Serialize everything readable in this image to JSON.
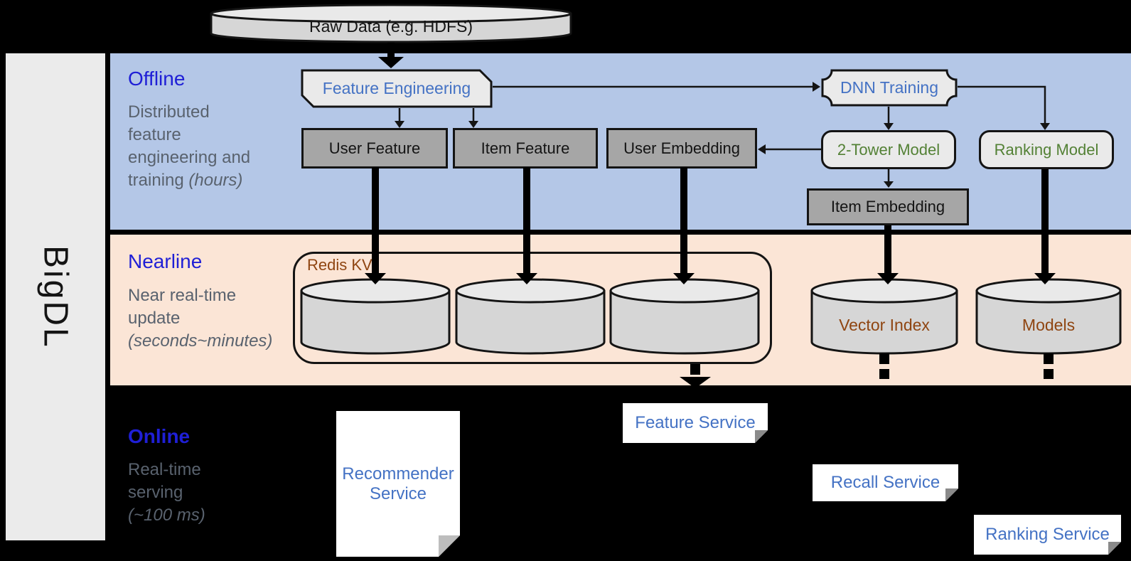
{
  "brand": {
    "name": "BigDL"
  },
  "colors": {
    "offline_band": "#b4c7e7",
    "nearline_band": "#fbe5d6",
    "online_background": "#000000",
    "section_label_blue": "#1f1fd6",
    "shape_text_blue": "#4472c4",
    "shape_text_green": "#538135",
    "shape_text_brown": "#8f4511",
    "gray_box": "#a6a6a6",
    "light_shape": "#eaeaea",
    "desc_gray": "#59626e"
  },
  "raw_data": {
    "label": "Raw Data (e.g. HDFS)"
  },
  "offline": {
    "label": "Offline",
    "desc_lines": [
      "Distributed",
      "feature",
      "engineering and"
    ],
    "desc_last_plain": "training ",
    "desc_last_italic": "(hours)",
    "feature_engineering": "Feature Engineering",
    "user_feature": "User Feature",
    "item_feature": "Item Feature",
    "user_embedding": "User Embedding",
    "dnn_training": "DNN Training",
    "two_tower_model": "2-Tower Model",
    "ranking_model": "Ranking Model",
    "item_embedding": "Item Embedding"
  },
  "nearline": {
    "label": "Nearline",
    "desc_lines": [
      "Near real-time",
      "update"
    ],
    "desc_last_italic": "(seconds~minutes)",
    "redis_kv": "Redis KV",
    "vector_index": "Vector Index",
    "models": "Models"
  },
  "online": {
    "label": "Online",
    "desc_lines": [
      "Real-time",
      "serving"
    ],
    "desc_last_italic": "(~100 ms)",
    "recommender_service": "Recommender Service",
    "feature_service": "Feature Service",
    "recall_service": "Recall Service",
    "ranking_service": "Ranking Service"
  }
}
